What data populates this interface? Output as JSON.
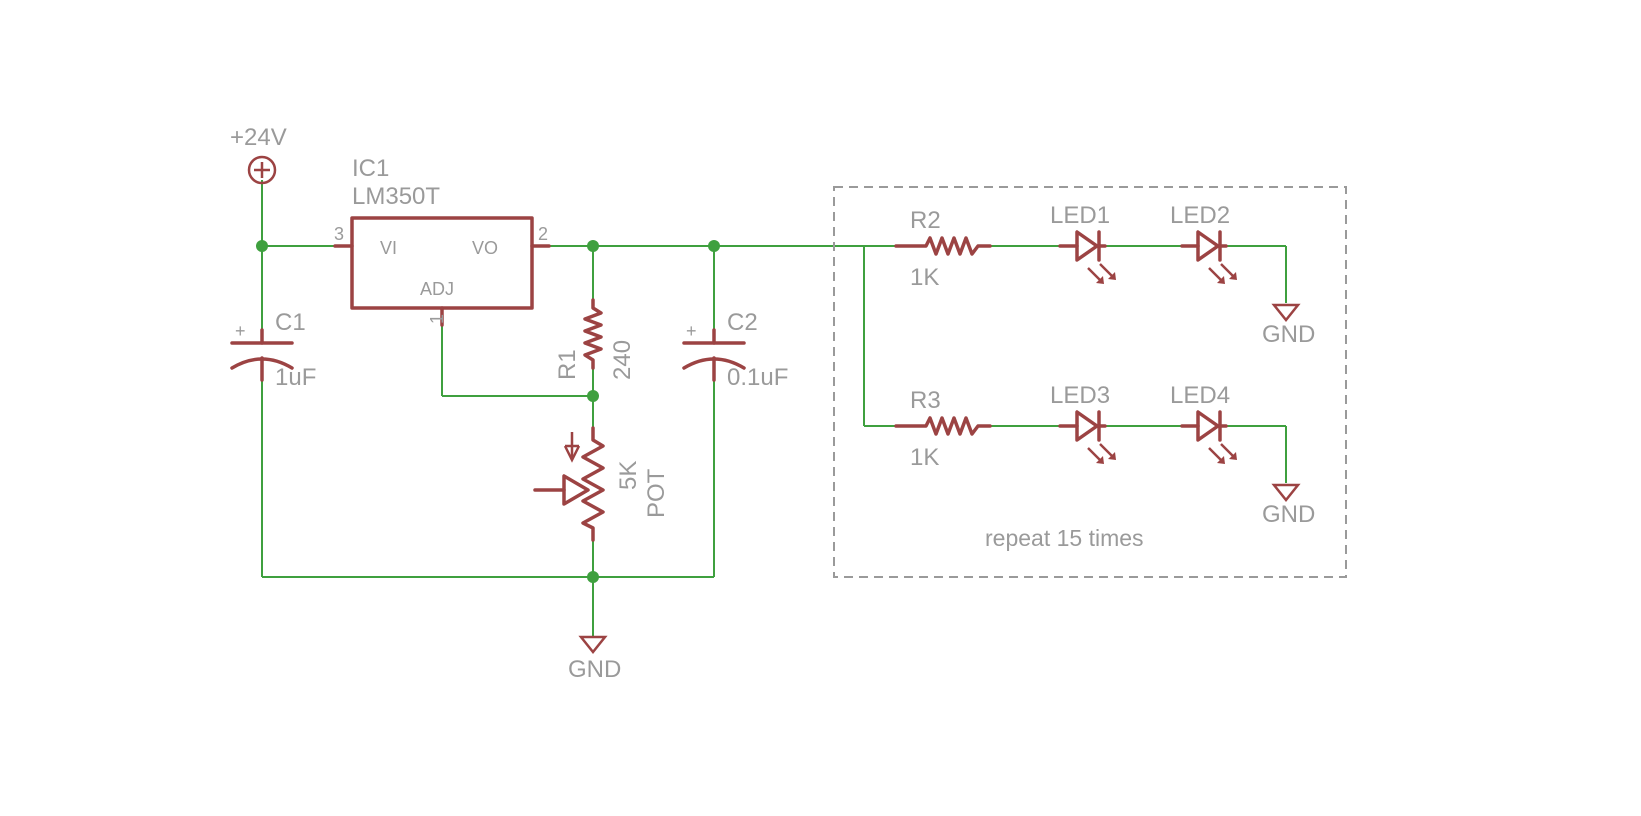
{
  "supply": {
    "label": "+24V"
  },
  "ic1": {
    "name": "IC1",
    "part": "LM350T",
    "pin_vi": "VI",
    "pin_vo": "VO",
    "pin_adj": "ADJ",
    "pin3": "3",
    "pin2": "2",
    "pin1": "1"
  },
  "c1": {
    "name": "C1",
    "value": "1uF",
    "polarity": "+"
  },
  "c2": {
    "name": "C2",
    "value": "0.1uF",
    "polarity": "+"
  },
  "r1": {
    "name": "R1",
    "value": "240"
  },
  "pot": {
    "value": "5K",
    "type": "POT"
  },
  "r2": {
    "name": "R2",
    "value": "1K"
  },
  "r3": {
    "name": "R3",
    "value": "1K"
  },
  "leds": {
    "led1": "LED1",
    "led2": "LED2",
    "led3": "LED3",
    "led4": "LED4"
  },
  "ground": {
    "label": "GND"
  },
  "repeat_box": {
    "note": "repeat 15 times"
  },
  "colors": {
    "wire": "#3fa03f",
    "component": "#9c4343",
    "text": "#9a9a9a"
  }
}
